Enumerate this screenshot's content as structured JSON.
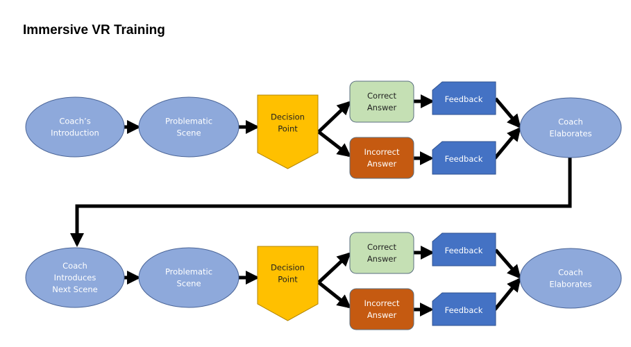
{
  "title": "Immersive VR Training",
  "colors": {
    "ellipse_fill": "#8EA9DB",
    "ellipse_stroke": "#4A6496",
    "decision_fill": "#FFC000",
    "decision_stroke": "#B38600",
    "correct_fill": "#C5E0B4",
    "correct_stroke": "#5A6E7F",
    "incorrect_fill": "#C55A11",
    "incorrect_stroke": "#5A6E7F",
    "feedback_fill": "#4472C4",
    "feedback_stroke": "#2F528F",
    "connector": "#000000"
  },
  "rows": [
    {
      "start": [
        "Coach’s",
        "Introduction"
      ],
      "scene": [
        "Problematic",
        "Scene"
      ],
      "decision": [
        "Decision",
        "Point"
      ],
      "correct": [
        "Correct",
        "Answer"
      ],
      "incorrect": [
        "Incorrect",
        "Answer"
      ],
      "feedback_correct": [
        "Feedback"
      ],
      "feedback_incorrect": [
        "Feedback"
      ],
      "end": [
        "Coach",
        "Elaborates"
      ]
    },
    {
      "start": [
        "Coach",
        "Introduces",
        "Next Scene"
      ],
      "scene": [
        "Problematic",
        "Scene"
      ],
      "decision": [
        "Decision",
        "Point"
      ],
      "correct": [
        "Correct",
        "Answer"
      ],
      "incorrect": [
        "Incorrect",
        "Answer"
      ],
      "feedback_correct": [
        "Feedback"
      ],
      "feedback_incorrect": [
        "Feedback"
      ],
      "end": [
        "Coach",
        "Elaborates"
      ]
    }
  ]
}
